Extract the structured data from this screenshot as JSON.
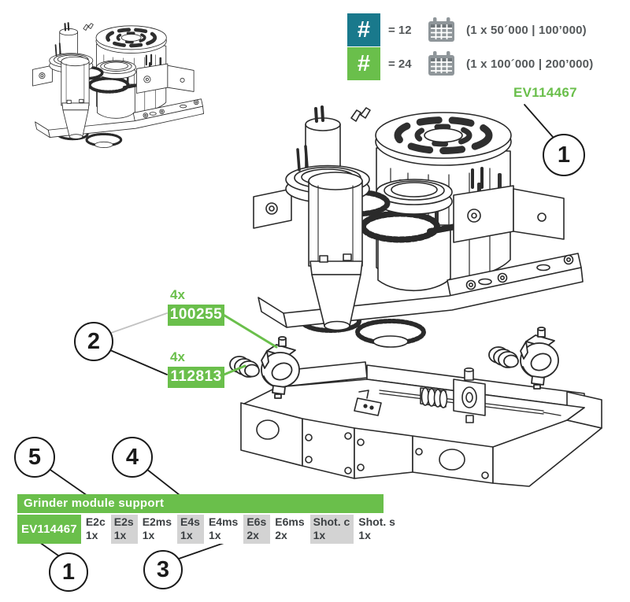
{
  "legend": {
    "rows": [
      {
        "hash": "#",
        "count": "= 12",
        "cycles": "(1 x 50´000 | 100’000)"
      },
      {
        "hash": "#",
        "count": "= 24",
        "cycles": "(1 x 100´000 | 200’000)"
      }
    ]
  },
  "part_ref": {
    "label": "EV114467"
  },
  "callouts": {
    "item1": "1",
    "item2": "2",
    "item3": "3",
    "item4": "4",
    "item5": "5",
    "item1_table": "1"
  },
  "bom": [
    {
      "qty": "4x",
      "part": "100255"
    },
    {
      "qty": "4x",
      "part": "112813"
    }
  ],
  "table": {
    "title": "Grinder module support",
    "row_header": "EV114467",
    "columns": [
      {
        "model": "E2c",
        "qty": "1x"
      },
      {
        "model": "E2s",
        "qty": "1x"
      },
      {
        "model": "E2ms",
        "qty": "1x"
      },
      {
        "model": "E4s",
        "qty": "1x"
      },
      {
        "model": "E4ms",
        "qty": "1x"
      },
      {
        "model": "E6s",
        "qty": "2x"
      },
      {
        "model": "E6ms",
        "qty": "2x"
      },
      {
        "model": "Shot. c",
        "qty": "1x"
      },
      {
        "model": "Shot. s",
        "qty": "1x"
      }
    ]
  },
  "colors": {
    "green": "#6abf4b",
    "teal": "#19798c",
    "cell_gray": "#d3d3d3",
    "text_dark": "#54585a",
    "line_black": "#1a1a1a",
    "calendar_gray": "#8f969a"
  }
}
